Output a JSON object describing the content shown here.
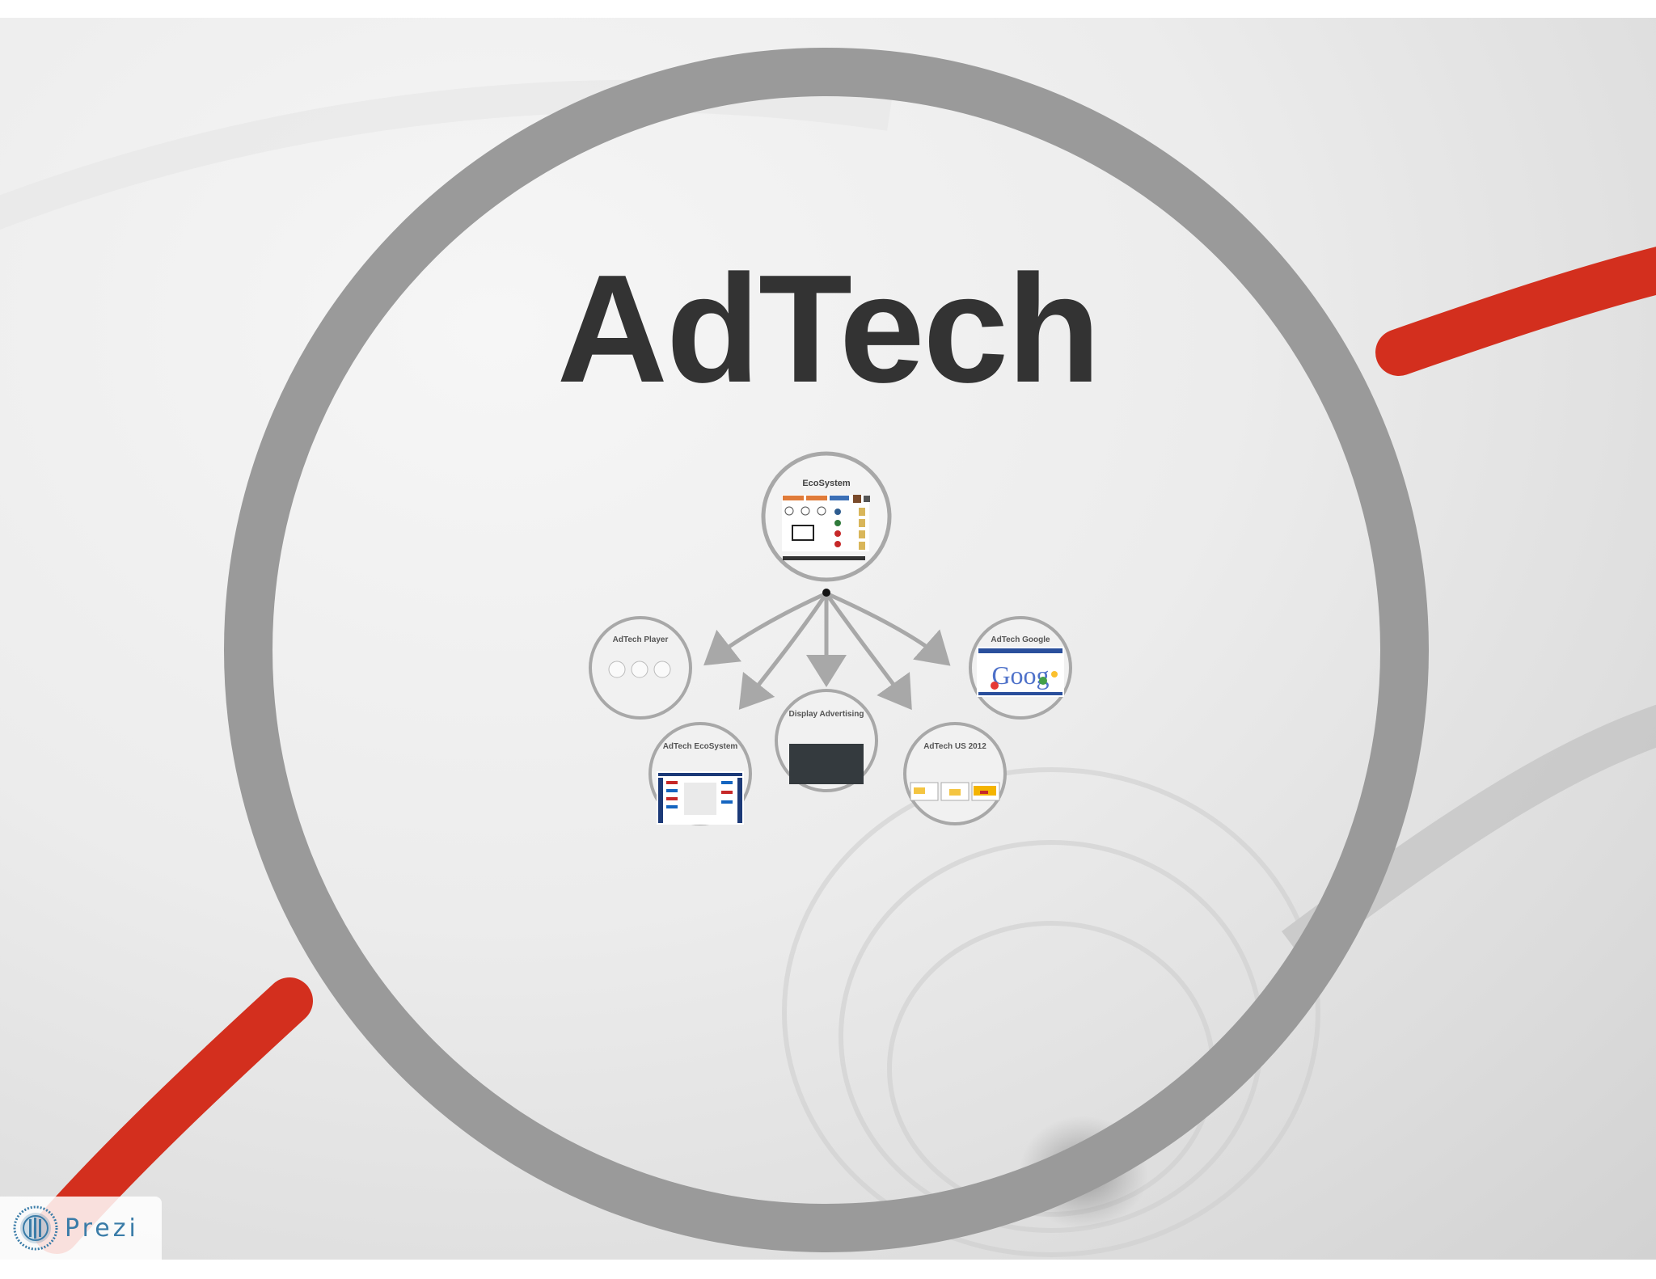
{
  "presentation": {
    "title": "AdTech",
    "nodes": {
      "ecosystem": "EcoSystem",
      "player": "AdTech Player",
      "google": "AdTech Google",
      "ecosystem_map": "AdTech EcoSystem",
      "display": "Display Advertising",
      "us2012": "AdTech US 2012"
    }
  },
  "logo": {
    "brand": "Prezi"
  },
  "colors": {
    "accent_red": "#d32f1e",
    "ring_gray": "#9a9a9a",
    "title_text": "#333333"
  },
  "icons": [
    "prezi-logo-icon",
    "arrow-icon"
  ]
}
